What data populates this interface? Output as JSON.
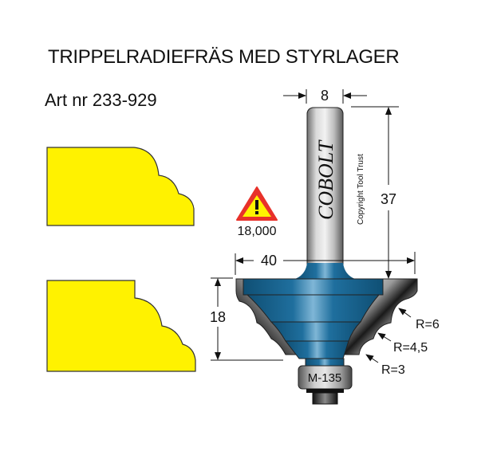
{
  "header": {
    "title": "TRIPPELRADIEFRÄS MED STYRLAGER",
    "article_number": "Art nr 233-929"
  },
  "tool": {
    "brand": "COBOLT",
    "copyright": "Copyright Tool Trust",
    "bearing_label": "M-135",
    "max_rpm_label": "18,000",
    "warning_icon": "warning-triangle-icon"
  },
  "dimensions": {
    "shank_diameter": "8",
    "shank_length": "37",
    "cutting_diameter": "40",
    "cutting_height": "18"
  },
  "radii": [
    {
      "label": "R=6"
    },
    {
      "label": "R=4,5"
    },
    {
      "label": "R=3"
    }
  ],
  "profiles": [
    {
      "name": "profile-top"
    },
    {
      "name": "profile-bottom"
    }
  ],
  "colors": {
    "profile_fill": "#fff200",
    "cutter_blue": "#1f6f9e",
    "warning_red": "#e8312a",
    "warning_yellow": "#fff200"
  }
}
